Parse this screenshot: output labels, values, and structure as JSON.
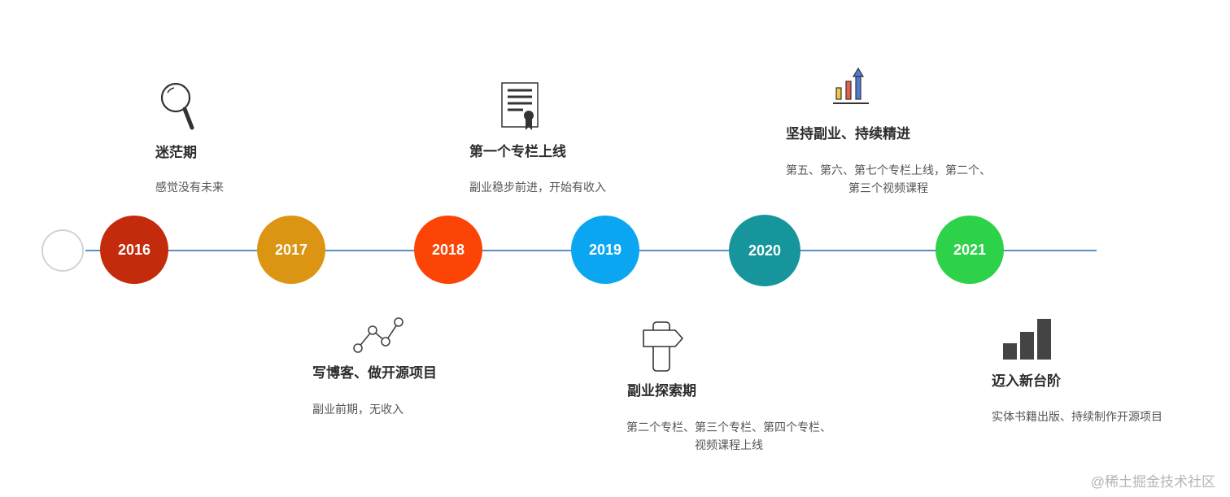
{
  "timeline": [
    {
      "year": "2016",
      "color": "#c42b0c",
      "title": "迷茫期",
      "desc_lines": [
        "感觉没有未来"
      ]
    },
    {
      "year": "2017",
      "color": "#dc9413",
      "title": "写博客、做开源项目",
      "desc_lines": [
        "副业前期，无收入"
      ]
    },
    {
      "year": "2018",
      "color": "#fb4406",
      "title": "第一个专栏上线",
      "desc_lines": [
        "副业稳步前进，开始有收入"
      ]
    },
    {
      "year": "2019",
      "color": "#0ba6f2",
      "title": "副业探索期",
      "desc_lines": [
        "第二个专栏、第三个专栏、第四个专栏、",
        "视频课程上线"
      ]
    },
    {
      "year": "2020",
      "color": "#16969c",
      "title": "坚持副业、持续精进",
      "desc_lines": [
        "第五、第六、第七个专栏上线，第二个、",
        "第三个视频课程"
      ]
    },
    {
      "year": "2021",
      "color": "#2dd24a",
      "title": "迈入新台阶",
      "desc_lines": [
        "实体书籍出版、持续制作开源项目"
      ]
    }
  ],
  "icons": {
    "y2016": "magnifier-icon",
    "y2017": "line-graph-icon",
    "y2018": "certificate-icon",
    "y2019": "signpost-icon",
    "y2020": "rising-bar-chart-icon",
    "y2021": "bar-chart-icon"
  },
  "watermark": "@稀土掘金技术社区"
}
